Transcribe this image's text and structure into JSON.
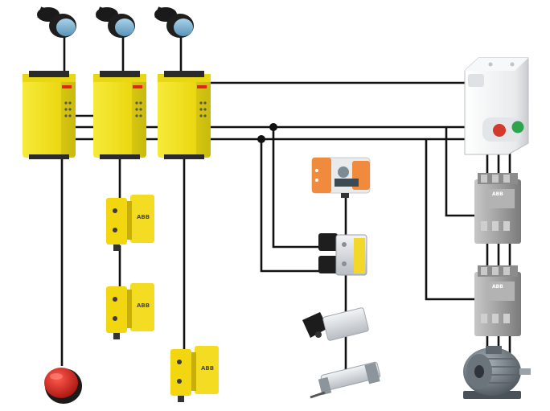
{
  "brand_label": "ABB",
  "colors": {
    "wire": "#111111",
    "relay_yellow": "#f3e21b",
    "relay_shadow": "#c9b90f",
    "sensor_yellow": "#f2d60f",
    "pushbutton_blue": "#7fb6d6",
    "estop_red": "#d8262b",
    "contactor_grey": "#9a9a9a",
    "starter_white": "#eef0f2",
    "start_green": "#2ea44f",
    "stop_red": "#d33a2c",
    "brand_red": "#e2231a",
    "terminal_orange": "#f08a3c",
    "motor_grey": "#7b838b"
  },
  "components": {
    "indicator_buttons": [
      "pushbutton-1",
      "pushbutton-2",
      "pushbutton-3"
    ],
    "safety_relays": [
      "safety-relay-1",
      "safety-relay-2",
      "safety-relay-3"
    ],
    "sensors": [
      "safety-sensor-1",
      "safety-sensor-2",
      "safety-sensor-3"
    ],
    "emergency_stop": "emergency-stop-button",
    "motor_starter": "motor-starter-enclosure",
    "contactors": [
      "contactor-1",
      "contactor-2"
    ],
    "motor": "electric-motor",
    "pneumatics": [
      "pneumatic-control-unit",
      "solenoid-valve-block",
      "solenoid-valve",
      "pneumatic-cylinder"
    ]
  }
}
